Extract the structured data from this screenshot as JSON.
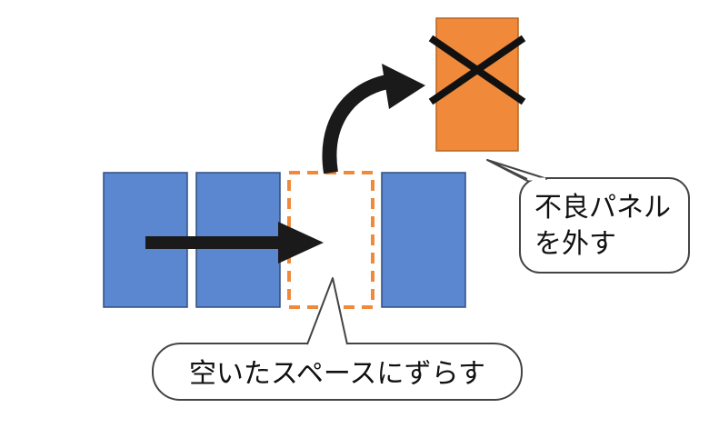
{
  "callouts": {
    "remove_label_line1": "不良パネル",
    "remove_label_line2": "を外す",
    "shift_label": "空いたスペースにずらす"
  },
  "colors": {
    "panel_blue": "#5b87d1",
    "panel_border": "#2f4f80",
    "defective_orange": "#f08a3a",
    "dashed_orange": "#f08a3a",
    "arrow_black": "#1a1a1a",
    "callout_border": "#444444"
  },
  "icons": {
    "remove_mark": "x-mark-icon",
    "move_arrow": "right-arrow-icon",
    "lift_arrow": "curved-arrow-icon"
  }
}
